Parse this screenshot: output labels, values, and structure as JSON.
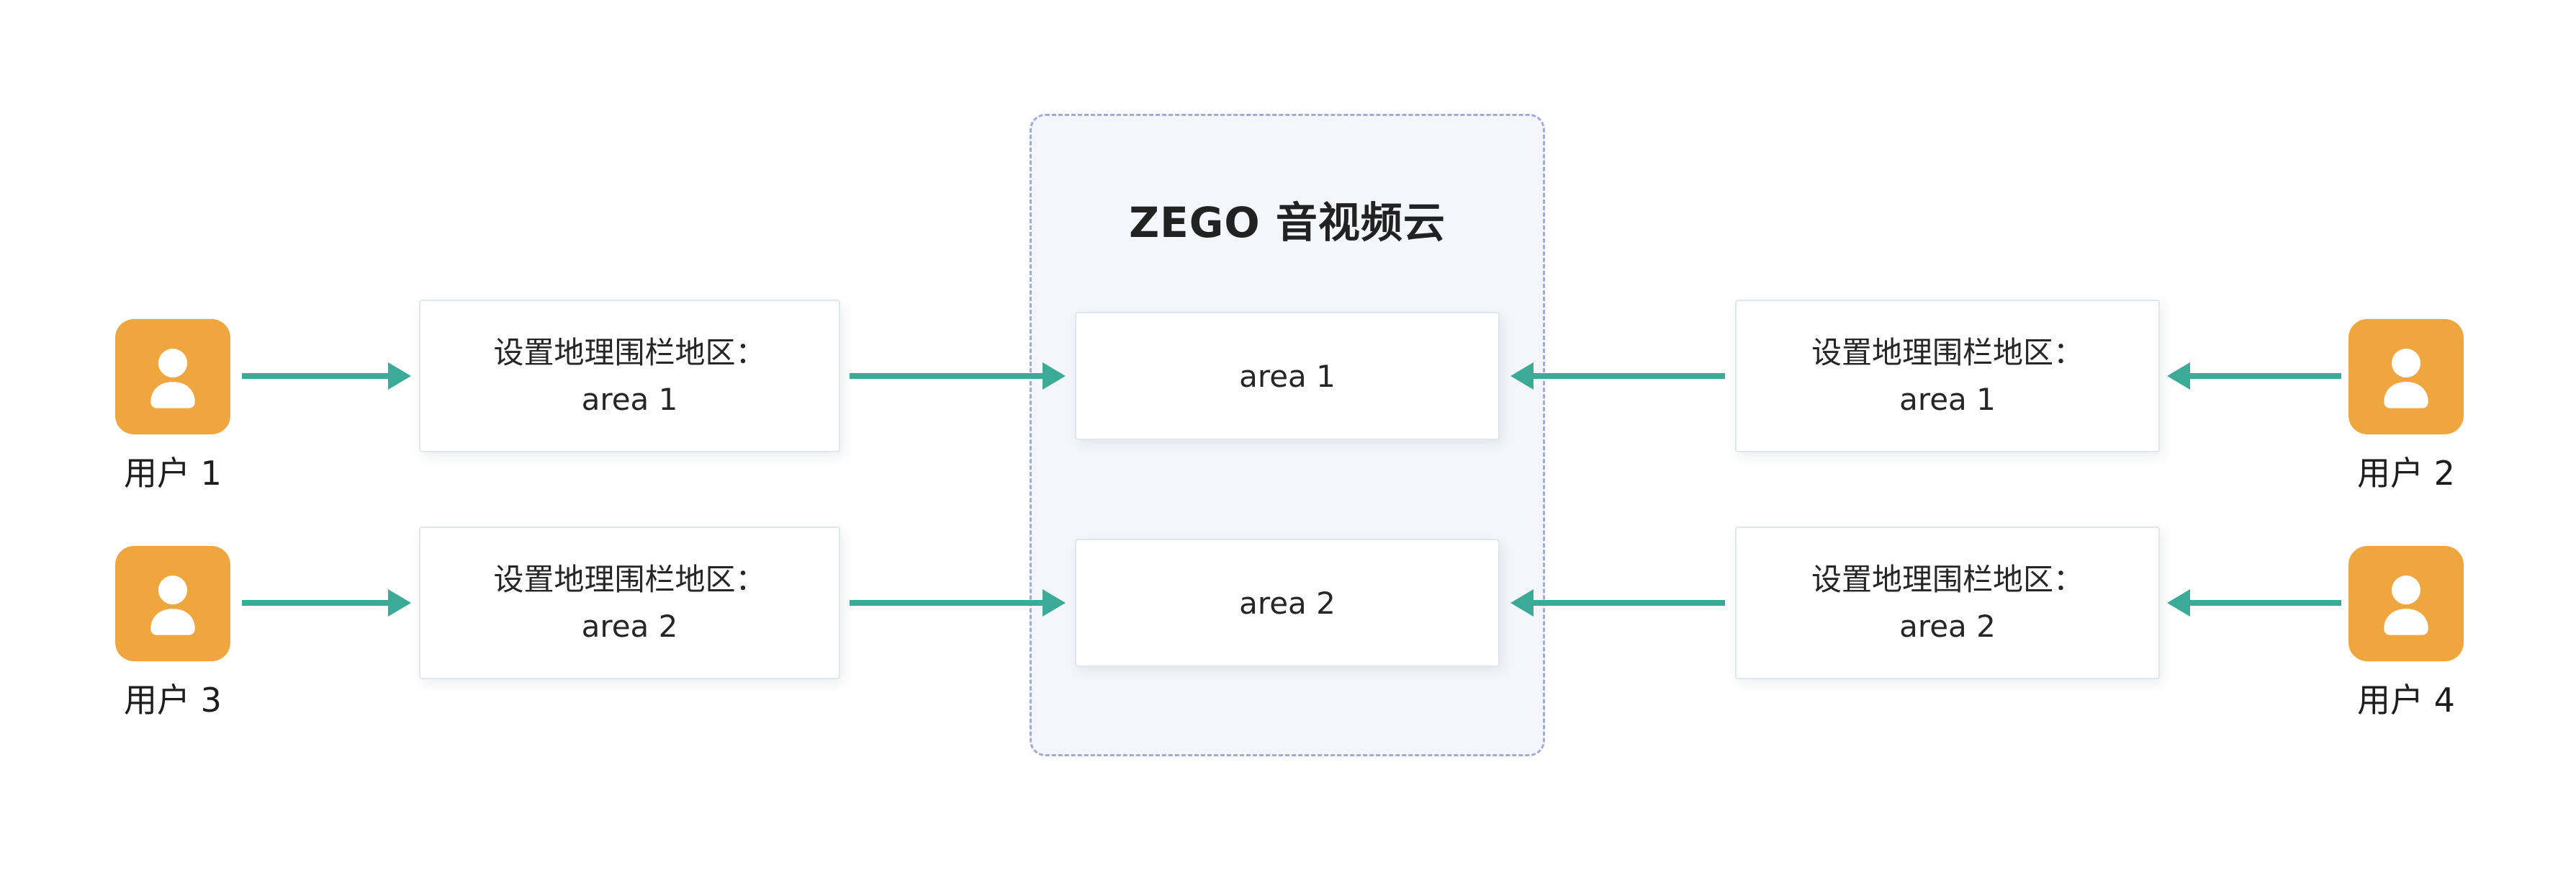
{
  "colors": {
    "accent_teal": "#3BAB97",
    "user_orange": "#F0A63F",
    "cloud_border": "#A2ACD9",
    "cloud_bg": "#F4F6FB",
    "box_border": "#E2E5EA",
    "text": "#262626"
  },
  "cloud": {
    "title": "ZEGO 音视频云",
    "areas": [
      {
        "label": "area 1"
      },
      {
        "label": "area 2"
      }
    ]
  },
  "users": [
    {
      "label": "用户 1"
    },
    {
      "label": "用户 2"
    },
    {
      "label": "用户 3"
    },
    {
      "label": "用户 4"
    }
  ],
  "fence_boxes": [
    {
      "line1": "设置地理围栏地区：",
      "line2": "area 1"
    },
    {
      "line1": "设置地理围栏地区：",
      "line2": "area 2"
    },
    {
      "line1": "设置地理围栏地区：",
      "line2": "area 1"
    },
    {
      "line1": "设置地理围栏地区：",
      "line2": "area 2"
    }
  ]
}
